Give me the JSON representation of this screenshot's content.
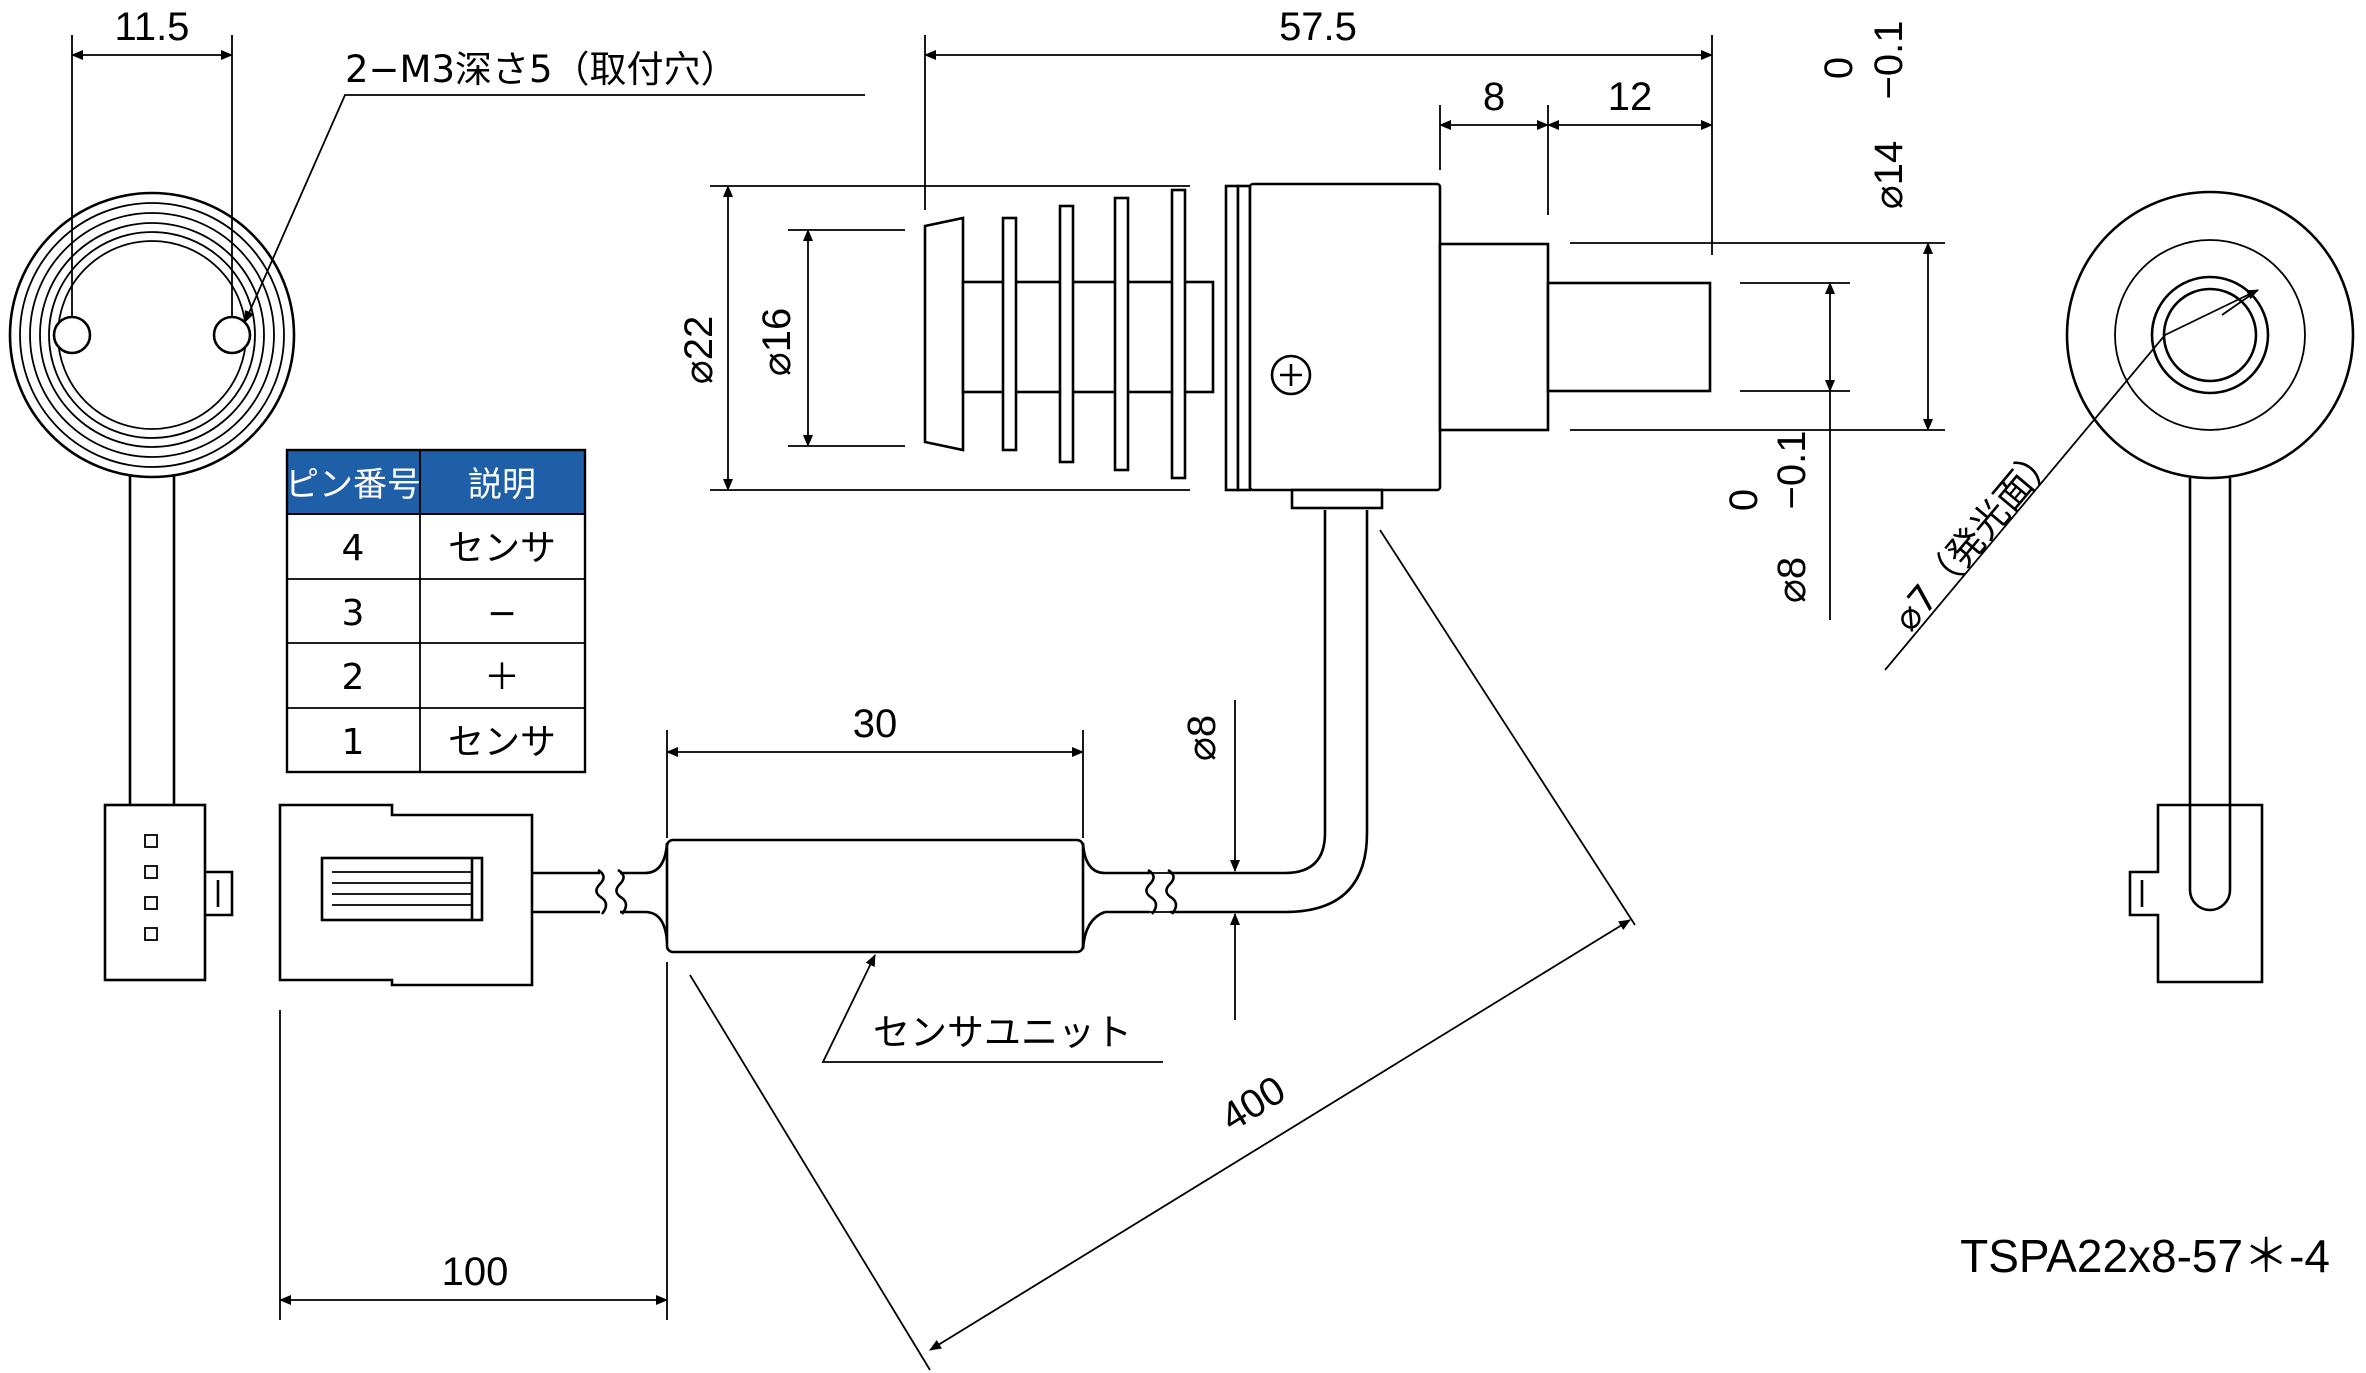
{
  "dimensions": {
    "d_11_5": "11.5",
    "d_57_5": "57.5",
    "d_8": "8",
    "d_12": "12",
    "d_phi22": "⌀22",
    "d_phi16": "⌀16",
    "d_phi14": "⌀14",
    "d_phi14_tol_upper": "0",
    "d_phi14_tol_lower": "−0.1",
    "d_phi8_shaft": "⌀8",
    "d_phi8_tol_upper": "0",
    "d_phi8_tol_lower": "−0.1",
    "d_phi7": "⌀7（発光面）",
    "d_30": "30",
    "d_phi8_cable": "⌀8",
    "d_100": "100",
    "d_400": "400"
  },
  "labels": {
    "mount_holes": "2−M3深さ5（取付穴）",
    "sensor_unit": "センサユニット",
    "model": "TSPA22x8-57＊-4"
  },
  "pin_table": {
    "header_color": "#1f5fa8",
    "headers": [
      "ピン番号",
      "説明"
    ],
    "rows": [
      {
        "pin": "4",
        "desc": "センサ"
      },
      {
        "pin": "3",
        "desc": "−"
      },
      {
        "pin": "2",
        "desc": "＋"
      },
      {
        "pin": "1",
        "desc": "センサ"
      }
    ]
  },
  "icons": {
    "screw_head": "phillips-screw-icon"
  }
}
